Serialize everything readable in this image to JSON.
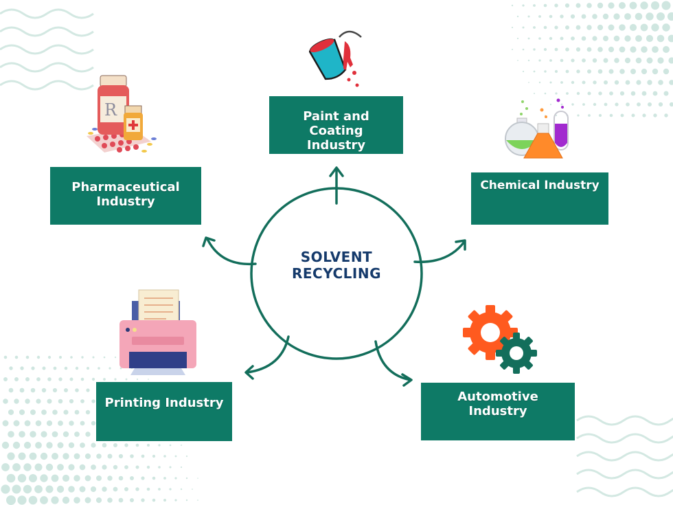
{
  "title": "SOLVENT RECYCLING",
  "title_lines": [
    "SOLVENT",
    "RECYCLING"
  ],
  "colors": {
    "box": "#0e7a66",
    "box_text": "#ffffff",
    "circle": "#136e5b",
    "title_text": "#153a6b",
    "decoration": "#cfe6e0"
  },
  "industries": {
    "paint": {
      "label_lines": [
        "Paint and Coating",
        "Industry"
      ],
      "icon": "paint-bucket-icon"
    },
    "pharma": {
      "label_lines": [
        "Pharmaceutical",
        "Industry"
      ],
      "icon": "medicine-bottles-icon"
    },
    "chemical": {
      "label_lines": [
        "Chemical Industry"
      ],
      "icon": "lab-flasks-icon"
    },
    "printing": {
      "label_lines": [
        "Printing Industry"
      ],
      "icon": "printer-icon"
    },
    "automotive": {
      "label_lines": [
        "Automotive",
        "Industry"
      ],
      "icon": "gears-icon"
    }
  }
}
